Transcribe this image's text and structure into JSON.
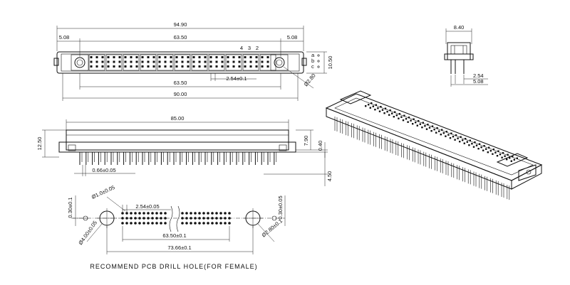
{
  "top_view": {
    "dim_overall": "94.90",
    "dim_left_offset": "5.08",
    "dim_right_offset": "5.08",
    "dim_pin_span_top": "63.50",
    "dim_pin_span_bottom": "63.50",
    "dim_mount_span": "90.00",
    "dim_pitch": "2.54±0.1",
    "dim_height": "10.50",
    "dim_hole": "Ø2.80",
    "row_numbers": [
      "4",
      "3",
      "2"
    ],
    "row_letters": [
      "a",
      "b",
      "c"
    ]
  },
  "side_view_small": {
    "dim_width": "8.40",
    "dim_pin_row": "2.54",
    "dim_pin_offset": "5.08"
  },
  "front_view": {
    "dim_length": "85.00",
    "dim_height": "12.50",
    "dim_body": "7.90",
    "dim_standoff": "0.40",
    "dim_pin_length": "4.50",
    "dim_pin_width": "0.66±0.05"
  },
  "drill_plan": {
    "dim_pin_hole": "Ø1.0±0.05",
    "dim_pitch": "2.54±0.05",
    "dim_left_offset": "0.30±0.1",
    "dim_right_offset": "0.30±0.05",
    "dim_mount_hole_left": "Ø4.00±0.05",
    "dim_mount_hole_right": "Ø2.80±0.1",
    "dim_pin_span": "63.50±0.1",
    "dim_mount_span": "73.66±0.1"
  },
  "caption": "RECOMMEND PCB DRILL HOLE(FOR FEMALE)"
}
